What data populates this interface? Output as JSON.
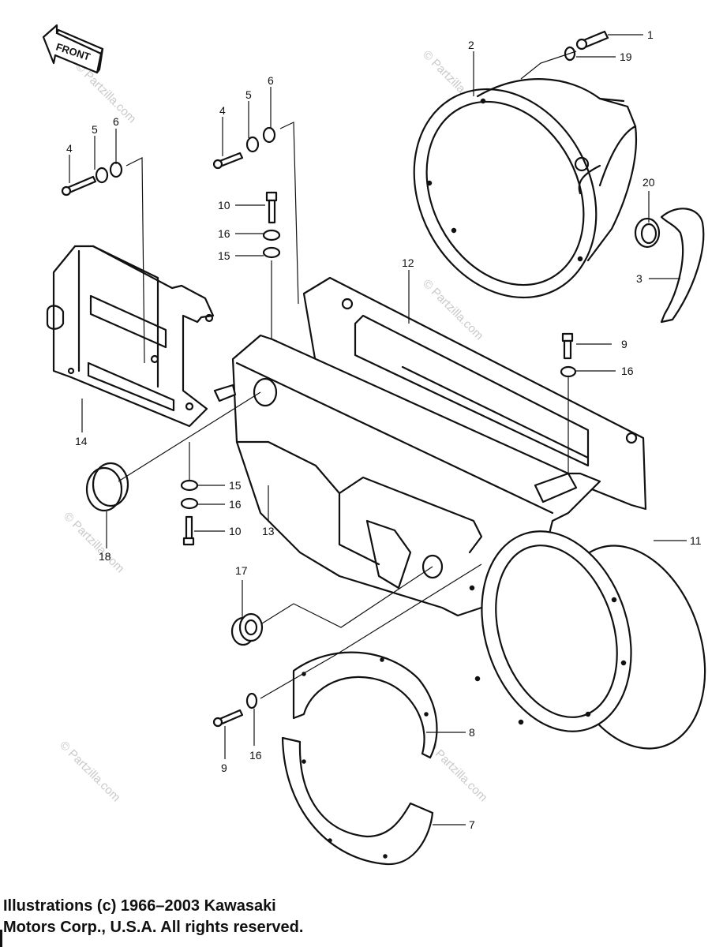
{
  "front_label": "FRONT",
  "watermark": "© Partzilla.com",
  "callouts": [
    "1",
    "2",
    "3",
    "4",
    "5",
    "6",
    "4",
    "5",
    "6",
    "7",
    "8",
    "9",
    "9",
    "10",
    "10",
    "11",
    "12",
    "13",
    "14",
    "15",
    "15",
    "16",
    "16",
    "16",
    "16",
    "17",
    "18",
    "19",
    "20"
  ],
  "footer": {
    "line1": "Illustrations (c) 1966–2003 Kawasaki",
    "line2": "Motors Corp., U.S.A.  All rights reserved."
  }
}
